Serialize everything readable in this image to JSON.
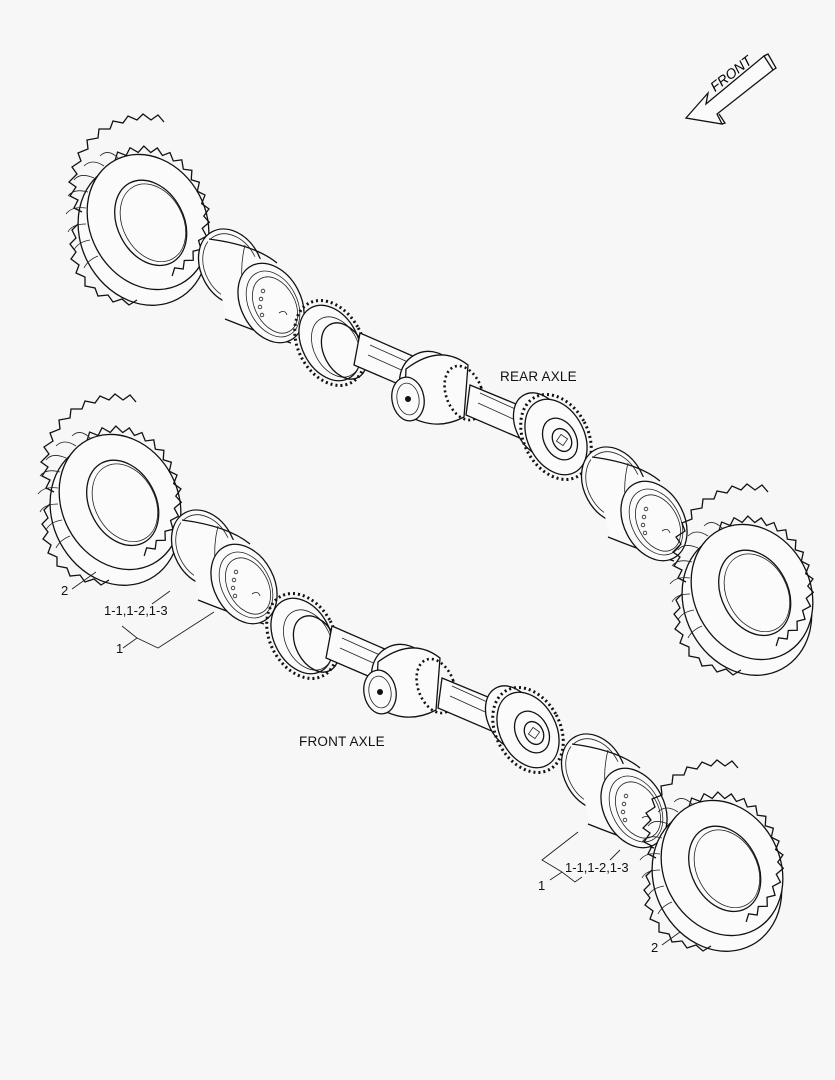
{
  "diagram": {
    "direction_indicator": {
      "label": "FRONT",
      "icon": "arrow-left-icon"
    },
    "assemblies": [
      {
        "id": "rear",
        "label": "REAR AXLE"
      },
      {
        "id": "front",
        "label": "FRONT AXLE"
      }
    ],
    "callouts": [
      {
        "id": "tire-front-left",
        "ref": "2"
      },
      {
        "id": "rim-front-left-sub",
        "ref": "1-1,1-2,1-3"
      },
      {
        "id": "rim-front-left",
        "ref": "1"
      },
      {
        "id": "rim-front-right-sub",
        "ref": "1-1,1-2,1-3"
      },
      {
        "id": "rim-front-right",
        "ref": "1"
      },
      {
        "id": "tire-front-right",
        "ref": "2"
      }
    ],
    "background_color": "#f7f7f7",
    "line_color": "#111111"
  }
}
